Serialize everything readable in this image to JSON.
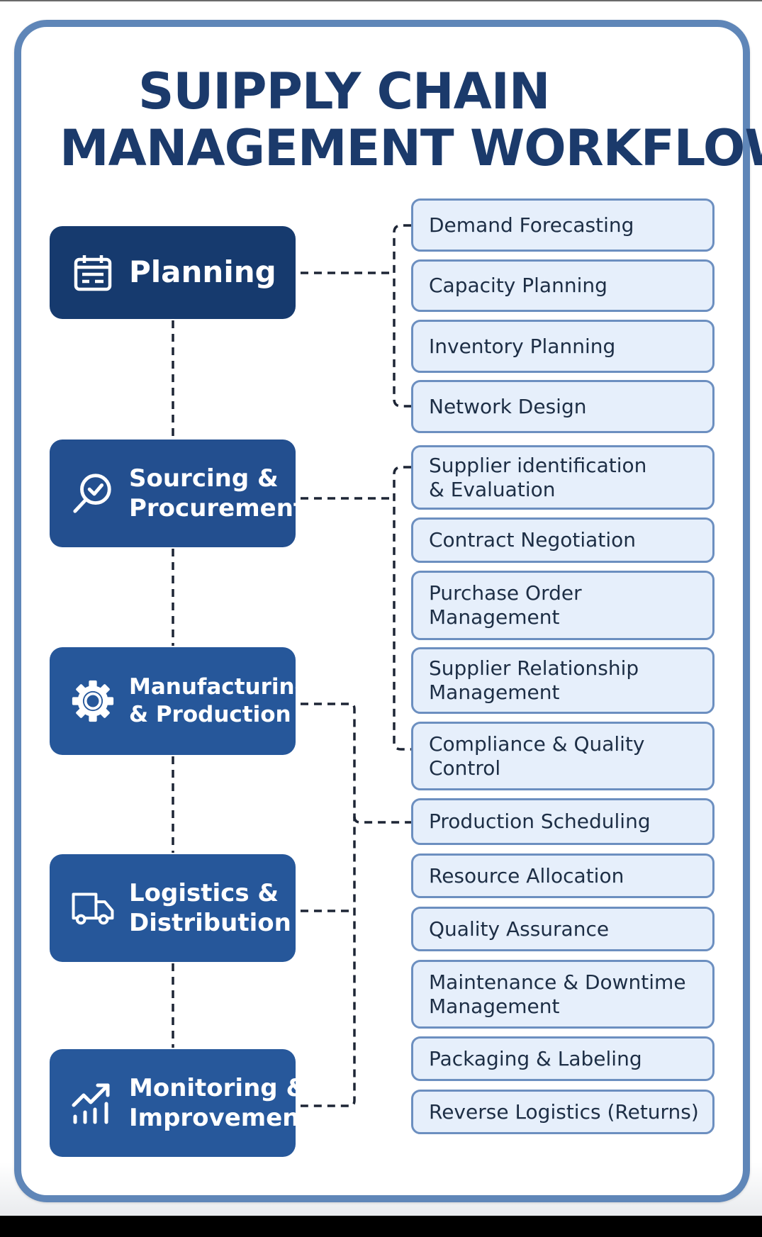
{
  "title": {
    "line1": "SUIPPLY CHAIN",
    "line2": "MANAGEMENT WORKFLOW"
  },
  "colors": {
    "title": "#1b3a6b",
    "phase_dark": "#163a6e",
    "phase": "#26579a",
    "task_fill": "#e6effb",
    "task_border": "#6c8fc0",
    "frame": "#5f86b8",
    "connector": "#1d2535"
  },
  "phases": [
    {
      "label": "Planning",
      "icon": "calendar-icon"
    },
    {
      "label": "Sourcing & Procurement",
      "line1": "Sourcing &",
      "line2": "Procurement",
      "icon": "search-check-icon"
    },
    {
      "label": "Manufacturing & Production",
      "line1": "Manufacturing",
      "line2": "& Production",
      "icon": "gear-icon"
    },
    {
      "label": "Logistics & Distribution",
      "line1": "Logistics &",
      "line2": "Distribution",
      "icon": "truck-icon"
    },
    {
      "label": "Monitoring & Improvement",
      "line1": "Monitoring &",
      "line2": "Improvement",
      "icon": "growth-chart-icon"
    }
  ],
  "tasks": [
    {
      "l1": "Demand Forecasting"
    },
    {
      "l1": "Capacity Planning"
    },
    {
      "l1": "Inventory Planning"
    },
    {
      "l1": "Network Design"
    },
    {
      "l1": "Supplier identification",
      "l2": "& Evaluation"
    },
    {
      "l1": "Contract Negotiation"
    },
    {
      "l1": "Purchase Order",
      "l2": "Management"
    },
    {
      "l1": "Supplier Relationship",
      "l2": "Management"
    },
    {
      "l1": "Compliance & Quality",
      "l2": "Control"
    },
    {
      "l1": "Production Scheduling"
    },
    {
      "l1": "Resource Allocation"
    },
    {
      "l1": "Quality Assurance"
    },
    {
      "l1": "Maintenance & Downtime",
      "l2": "Management"
    },
    {
      "l1": "Packaging & Labeling"
    },
    {
      "l1": "Reverse Logistics (Returns)"
    }
  ]
}
